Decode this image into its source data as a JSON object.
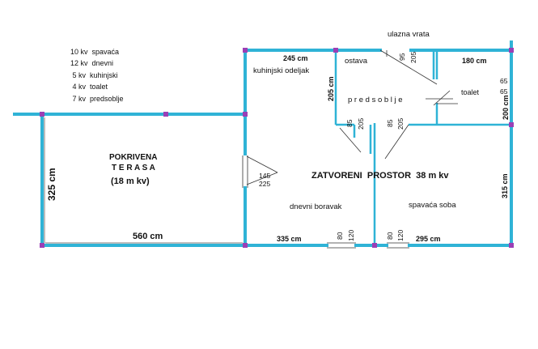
{
  "legend": [
    "10 kv  spavaća",
    "12 kv  dnevni",
    " 5 kv  kuhinjski",
    " 4 kv  toalet",
    " 7 kv  predsoblje"
  ],
  "terrace": {
    "title_line1": "POKRIVENA",
    "title_line2": "T E R A S A",
    "area": "(18 m kv)",
    "width_label": "560 cm",
    "height_label": "325 cm"
  },
  "rooms": {
    "kitchen": "kuhinjski odeljak",
    "storage": "ostava",
    "hall": "p r e d s o b l j e",
    "entrance": "ulazna  vrata",
    "toilet": "toalet",
    "living": "dnevni boravak",
    "bedroom": "spavaća soba",
    "closed_space": "ZATVORENI  PROSTOR  38 m kv"
  },
  "dimensions": {
    "kitchen_width": "245 cm",
    "hall_height": "205 cm",
    "top_right_width": "180 cm",
    "right_height": "200 cm",
    "bedroom_height": "315 cm",
    "bottom_left_width": "335 cm",
    "bottom_right_width": "295 cm",
    "door_top_1a": "95",
    "door_top_1b": "205",
    "door_toilet_a": "65",
    "door_toilet_b": "65",
    "door_hall_1a": "85",
    "door_hall_1b": "205",
    "door_hall_2a": "85",
    "door_hall_2b": "205",
    "door_terrace_a": "145",
    "door_terrace_b": "225",
    "win_1a": "80",
    "win_1b": "120",
    "win_2a": "80",
    "win_2b": "120"
  },
  "colors": {
    "wall": "#2fb3d6",
    "joint": "#9b3fb5"
  }
}
